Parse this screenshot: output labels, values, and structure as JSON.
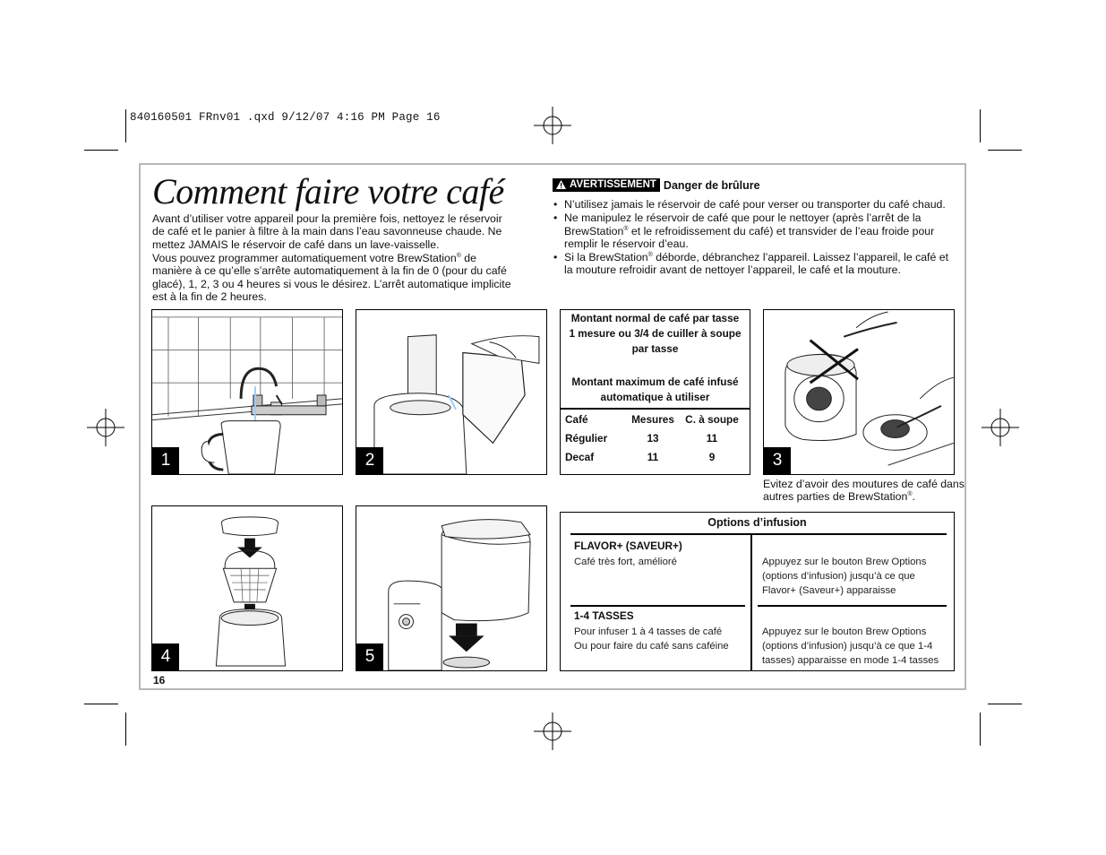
{
  "slug_line": "840160501 FRnv01 .qxd  9/12/07  4:16 PM  Page 16",
  "title": "Comment faire votre café",
  "intro_p1": "Avant d’utiliser votre appareil pour la première fois, nettoyez le réservoir de café et le panier à filtre à la main dans l’eau savonneuse chaude. Ne mettez JAMAIS le réservoir de café dans un lave-vaisselle.",
  "intro_p2_a": "Vous pouvez programmer automatiquement votre BrewStation",
  "intro_p2_b": " de manière à ce qu’elle s’arrête automatiquement à la fin de 0 (pour du café glacé), 1, 2, 3 ou 4 heures si vous le désirez. L’arrêt automatique implicite est à la fin de 2 heures.",
  "reg_mark": "®",
  "warning": {
    "icon": "warning-triangle-icon",
    "badge": "AVERTISSEMENT",
    "heading": "Danger de brûlure",
    "item1": "N’utilisez jamais le réservoir de café pour verser ou transporter du café chaud.",
    "item2_a": "Ne manipulez le réservoir de café que pour le nettoyer (après l’arrêt de la BrewStation",
    "item2_b": " et le refroidissement du café) et transvider de l’eau froide pour remplir le réservoir d’eau.",
    "item3_a": "Si la BrewStation",
    "item3_b": " déborde, débranchez l’appareil. Laissez l’appareil, le café et la mouture refroidir avant de nettoyer l’appareil, le café et la mouture."
  },
  "figures": {
    "f1": "1",
    "f2": "2",
    "f3": "3",
    "f4": "4",
    "f5": "5"
  },
  "coffee_table": {
    "h1_line1": "Montant normal de café par tasse",
    "h1_line2": "1 mesure ou 3/4 de cuiller à soupe",
    "h1_line3": "par tasse",
    "h2_line1": "Montant maximum de café infusé",
    "h2_line2": "automatique à utiliser",
    "col_cafe": "Café",
    "col_mesures": "Mesures",
    "col_soupe": "C. à soupe",
    "r1_name": "Régulier",
    "r1_mes": "13",
    "r1_soupe": "11",
    "r2_name": "Decaf",
    "r2_mes": "11",
    "r2_soupe": "9"
  },
  "caption3_a": "Evitez d’avoir des moutures de café dans autres parties de BrewStation",
  "caption3_b": ".",
  "options": {
    "title": "Options d’infusion",
    "o1_name": "FLAVOR+ (SAVEUR+)",
    "o1_desc": "Café très fort, amélioré",
    "o1_inst_1": "Appuyez sur le bouton Brew Options",
    "o1_inst_2": "(options d’infusion) jusqu’à ce que",
    "o1_inst_3": "Flavor+ (Saveur+) apparaisse",
    "o2_name": "1-4 TASSES",
    "o2_desc_1": "Pour infuser 1 à 4 tasses de café",
    "o2_desc_2": "Ou pour faire du café sans caféine",
    "o2_inst_1": "Appuyez sur le bouton Brew Options",
    "o2_inst_2": "(options d’infusion) jusqu’à ce que 1-4",
    "o2_inst_3": "tasses) apparaisse en mode 1-4 tasses"
  },
  "page_number": "16"
}
